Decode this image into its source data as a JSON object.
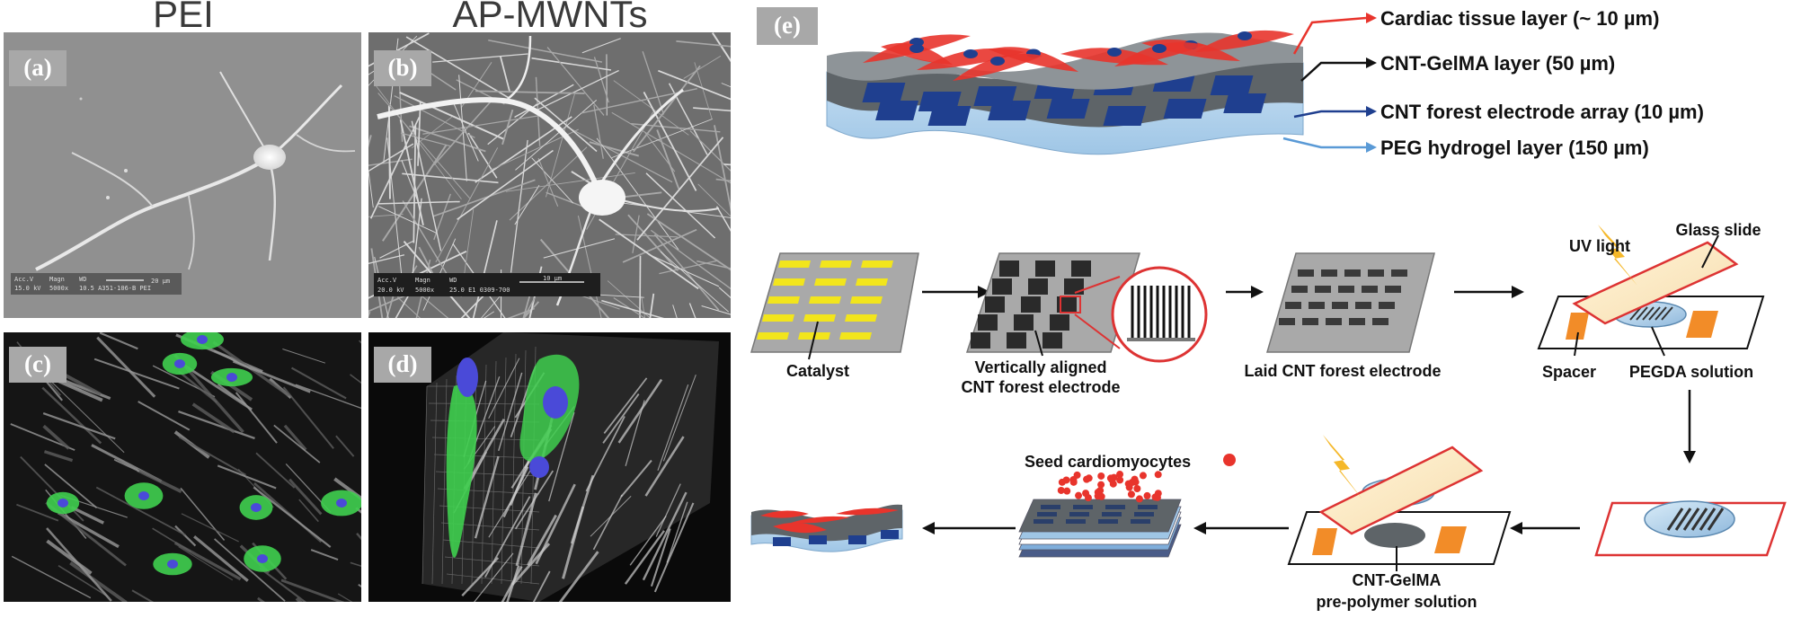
{
  "panels": {
    "a": {
      "header": "PEI",
      "label": "(a)"
    },
    "b": {
      "header": "AP-MWNTs",
      "label": "(b)"
    },
    "c": {
      "label": "(c)"
    },
    "d": {
      "label": "(d)"
    },
    "e": {
      "label": "(e)"
    }
  },
  "sem_bars": {
    "a": {
      "c1a": "Acc.V",
      "c1b": "15.0 kV",
      "c2a": "Magn",
      "c2b": "5000x",
      "c3a": "WD",
      "c3b": "10.5  A351-106-B PEI",
      "scale": "20 µm"
    },
    "b": {
      "c1a": "Acc.V",
      "c1b": "20.0 kV",
      "c2a": "Magn",
      "c2b": "5000x",
      "c3a": "WD",
      "c3b": "25.0  E1 0309-700",
      "scale": "10 µm"
    }
  },
  "layers": {
    "cardiac": "Cardiac tissue layer (~ 10 µm)",
    "gelma": "CNT-GelMA layer (50 µm)",
    "electrode": "CNT forest electrode array (10 µm)",
    "peg": "PEG hydrogel layer (150 µm)"
  },
  "steps": {
    "catalyst": "Catalyst",
    "vert1": "Vertically aligned",
    "vert2": "CNT forest electrode",
    "laid": "Laid CNT forest electrode",
    "uv": "UV light",
    "glass": "Glass slide",
    "spacer": "Spacer",
    "pegda": "PEGDA solution",
    "seed": "Seed cardiomyocytes",
    "gelma1": "CNT-GelMA",
    "gelma2": "pre-polymer solution"
  },
  "colors": {
    "cardiac_red": "#e8342c",
    "electrode_blue": "#1f3f8f",
    "peg_blue": "#a9cdea",
    "gelma_gray": "#5e6468",
    "catalyst_yellow": "#f2e51c",
    "spacer_orange": "#f28c28",
    "cell_green": "#3fcf4f",
    "nucleus_blue": "#4a4ad8"
  }
}
